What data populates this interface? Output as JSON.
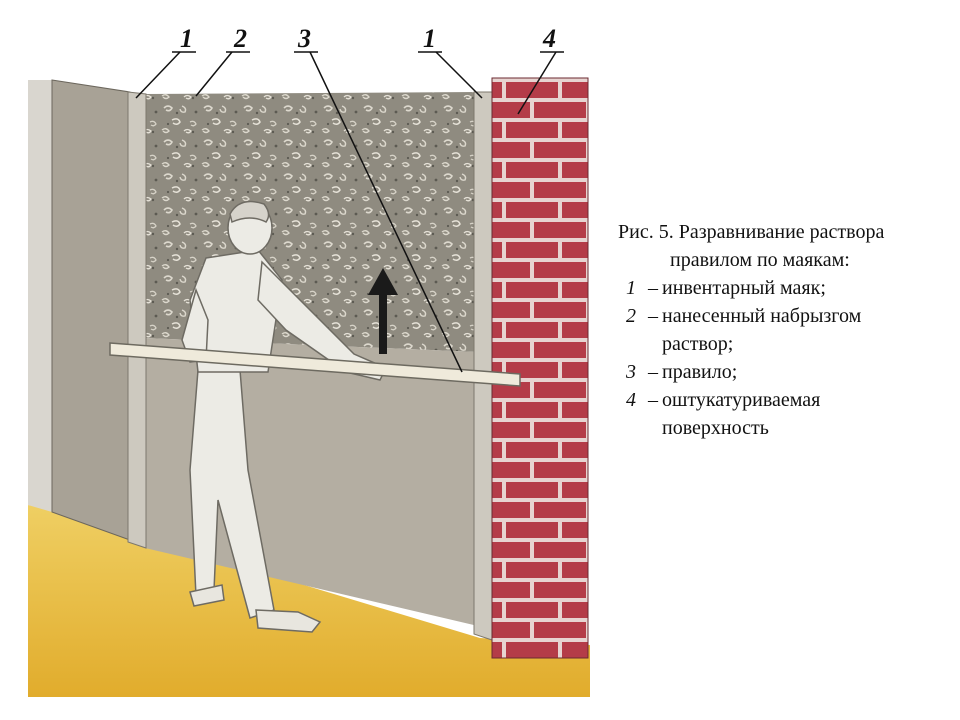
{
  "callouts": {
    "label_1a": "1",
    "label_2": "2",
    "label_3": "3",
    "label_1b": "1",
    "label_4": "4"
  },
  "caption": {
    "title": "Рис. 5. Разравнивание раствора",
    "title_cont": "правилом по маякам:",
    "items": [
      {
        "num": "1",
        "dash": "–",
        "text": "инвентарный маяк;"
      },
      {
        "num": "2",
        "dash": "–",
        "text": "нанесенный набрызгом"
      },
      {
        "cont": "раствор;"
      },
      {
        "num": "3",
        "dash": "–",
        "text": "правило;"
      },
      {
        "num": "4",
        "dash": "–",
        "text": "оштукатуриваемая"
      },
      {
        "cont": "поверхность"
      }
    ]
  },
  "colors": {
    "floor": "#e6b93c",
    "wall_left": "#a9a397",
    "wall_plastered": "#b3ada1",
    "spray_mortar": "#8a877c",
    "brick": "#b43c48",
    "mortar_joint": "#e7d4d1",
    "beacon": "#c9c5bb",
    "worker": "#ebe9e2"
  }
}
